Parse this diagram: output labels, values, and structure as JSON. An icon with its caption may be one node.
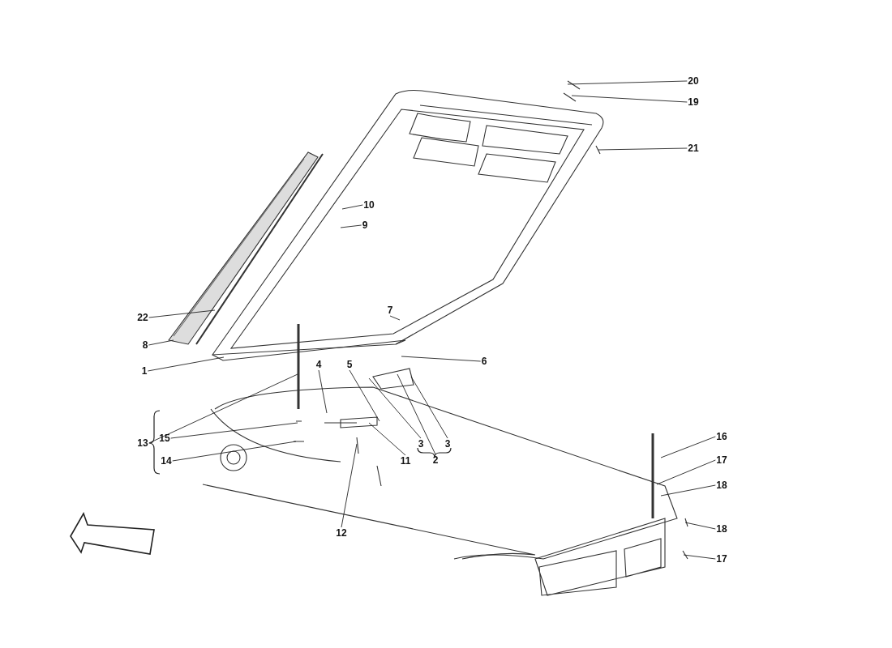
{
  "diagram": {
    "nodes": [
      {
        "text": [
          "20"
        ]
      },
      {
        "text": [
          "19"
        ]
      },
      {
        "text": [
          "21"
        ]
      },
      {
        "text": [
          "10"
        ]
      },
      {
        "text": [
          "9"
        ]
      },
      {
        "text": [
          "22"
        ]
      },
      {
        "text": [
          "7"
        ]
      },
      {
        "text": [
          "8"
        ]
      },
      {
        "text": [
          "1"
        ]
      },
      {
        "text": [
          "6"
        ]
      },
      {
        "text": [
          "4"
        ]
      },
      {
        "text": [
          "5"
        ]
      },
      {
        "text": [
          "16"
        ]
      },
      {
        "text": [
          "13"
        ]
      },
      {
        "text": [
          "15"
        ]
      },
      {
        "text": [
          "17"
        ]
      },
      {
        "text": [
          "18"
        ]
      },
      {
        "text": [
          "14"
        ]
      },
      {
        "text": [
          "3"
        ]
      },
      {
        "text": [
          "3"
        ]
      },
      {
        "text": [
          "11"
        ]
      },
      {
        "text": [
          "2"
        ]
      },
      {
        "text": [
          "12"
        ]
      },
      {
        "text": [
          "18"
        ]
      },
      {
        "text": [
          "17"
        ]
      }
    ],
    "edges": [
      {
        "from": 0,
        "to": null,
        "arrow": "none"
      },
      {
        "from": 1,
        "to": null,
        "arrow": "none"
      },
      {
        "from": 2,
        "to": null,
        "arrow": "none"
      },
      {
        "from": 3,
        "to": null,
        "arrow": "none"
      },
      {
        "from": 4,
        "to": null,
        "arrow": "none"
      },
      {
        "from": 5,
        "to": null,
        "arrow": "none"
      },
      {
        "from": 6,
        "to": null,
        "arrow": "none"
      },
      {
        "from": 7,
        "to": null,
        "arrow": "none"
      },
      {
        "from": 8,
        "to": null,
        "arrow": "none"
      },
      {
        "from": 9,
        "to": null,
        "arrow": "none"
      },
      {
        "from": 10,
        "to": null,
        "arrow": "none"
      },
      {
        "from": 11,
        "to": null,
        "arrow": "none"
      },
      {
        "from": 12,
        "to": null,
        "arrow": "none"
      },
      {
        "from": 13,
        "to": null,
        "arrow": "none"
      },
      {
        "from": 14,
        "to": null,
        "arrow": "none"
      },
      {
        "from": 15,
        "to": null,
        "arrow": "none"
      },
      {
        "from": 16,
        "to": null,
        "arrow": "none"
      },
      {
        "from": 17,
        "to": null,
        "arrow": "none"
      },
      {
        "from": 18,
        "to": null,
        "arrow": "none"
      },
      {
        "from": 19,
        "to": null,
        "arrow": "none"
      },
      {
        "from": 20,
        "to": null,
        "arrow": "none"
      },
      {
        "from": 21,
        "to": null,
        "arrow": "none"
      },
      {
        "from": 22,
        "to": null,
        "arrow": "none"
      },
      {
        "from": 23,
        "to": null,
        "arrow": "none"
      },
      {
        "from": 24,
        "to": null,
        "arrow": "none"
      }
    ]
  }
}
